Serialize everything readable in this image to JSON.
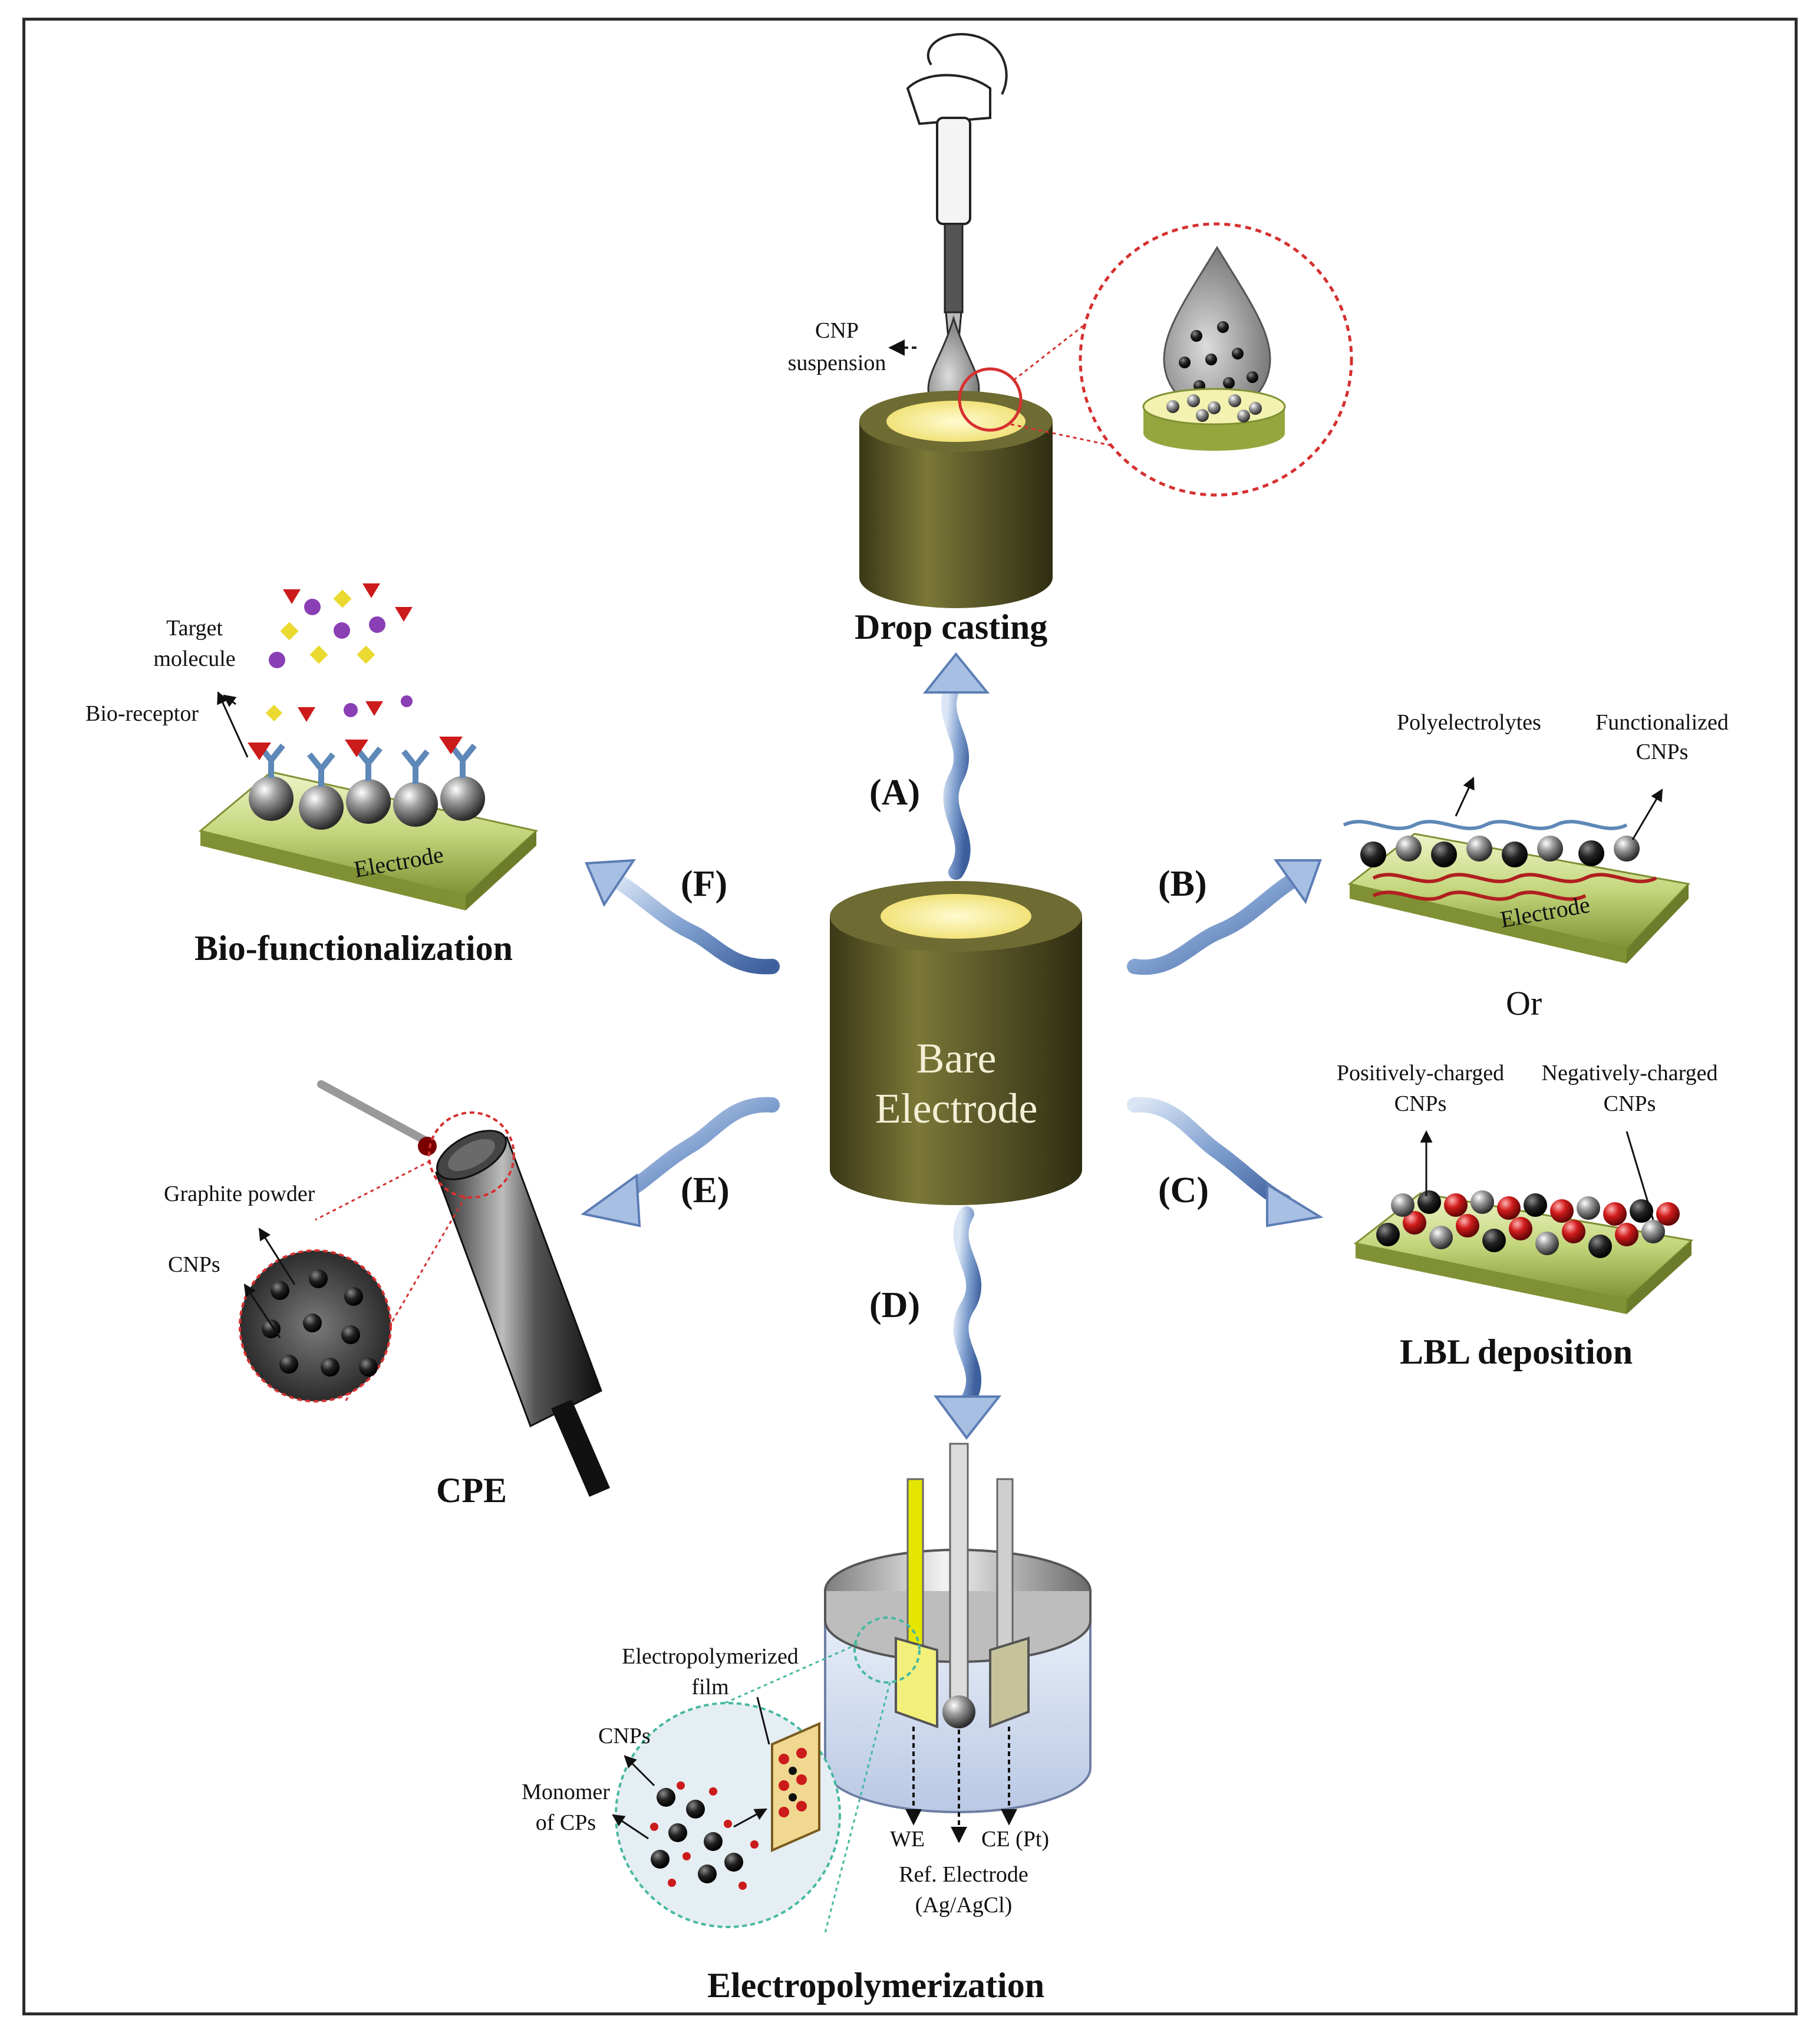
{
  "figure": {
    "center_label_line1": "Bare",
    "center_label_line2": "Electrode",
    "colors": {
      "electrode_body": "#5c5a2a",
      "electrode_top": "#fbf3a6",
      "platform_green": "#aebf53",
      "arrow_blue": "#6f8fc4",
      "zoom_circle": "#d63030",
      "charged_red": "#cc1b1b"
    }
  },
  "methods": {
    "A": {
      "step": "(A)",
      "title": "Drop casting",
      "labels": {
        "cnp_line1": "CNP",
        "cnp_line2": "suspension"
      }
    },
    "B": {
      "step": "(B)",
      "labels": {
        "polyelectrolytes": "Polyelectrolytes",
        "functionalized_line1": "Functionalized",
        "functionalized_line2": "CNPs",
        "electrode": "Electrode"
      },
      "or_text": "Or"
    },
    "C": {
      "step": "(C)",
      "title": "LBL deposition",
      "labels": {
        "positive_line1": "Positively-charged",
        "positive_line2": "CNPs",
        "negative_line1": "Negatively-charged",
        "negative_line2": "CNPs"
      }
    },
    "D": {
      "step": "(D)",
      "title": "Electropolymerization",
      "labels": {
        "film_line1": "Electropolymerized",
        "film_line2": "film",
        "cnps": "CNPs",
        "monomer_line1": "Monomer",
        "monomer_line2": "of CPs",
        "we": "WE",
        "ce": "CE (Pt)",
        "ref_line1": "Ref. Electrode",
        "ref_line2": "(Ag/AgCl)"
      }
    },
    "E": {
      "step": "(E)",
      "title": "CPE",
      "labels": {
        "graphite": "Graphite powder",
        "cnps": "CNPs"
      }
    },
    "F": {
      "step": "(F)",
      "title": "Bio-functionalization",
      "labels": {
        "target_line1": "Target",
        "target_line2": "molecule",
        "bioreceptor": "Bio-receptor",
        "electrode": "Electrode"
      }
    }
  }
}
